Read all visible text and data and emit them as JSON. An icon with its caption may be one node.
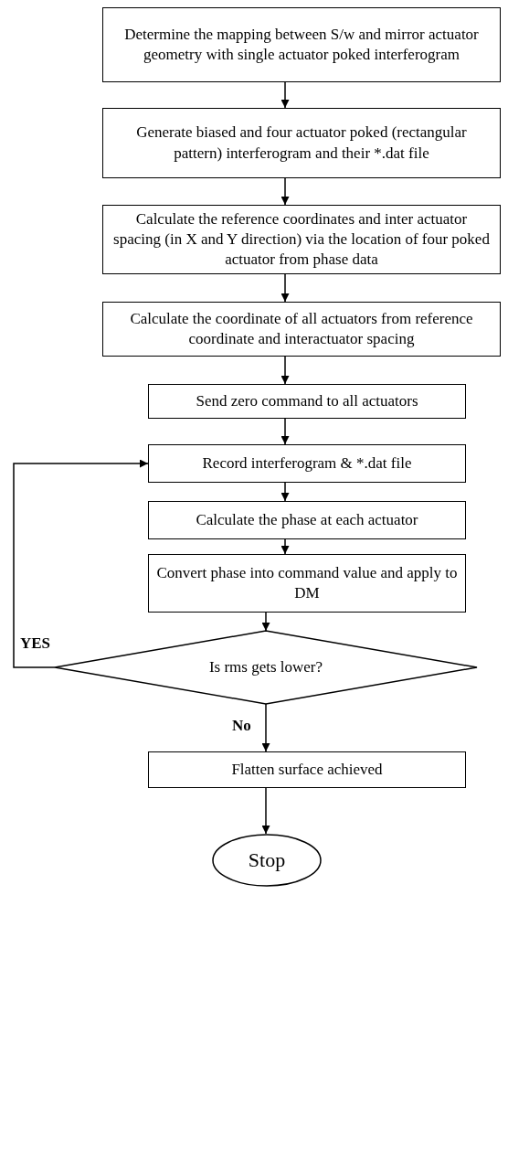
{
  "diagram": {
    "nodes": [
      {
        "text": [
          "Determine the mapping between S/w and mirror actuator geometry with single actuator poked interferogram"
        ]
      },
      {
        "text": [
          "Generate biased and four actuator poked (rectangular pattern) interferogram and their *.dat file"
        ]
      },
      {
        "text": [
          "Calculate the reference coordinates and inter actuator spacing (in X and Y direction) via the location of four poked actuator from phase data"
        ]
      },
      {
        "text": [
          "Calculate the coordinate of all actuators from reference coordinate and interactuator spacing"
        ]
      },
      {
        "text": [
          "Send zero command to all actuators"
        ]
      },
      {
        "text": [
          "Record interferogram & *.dat file"
        ]
      },
      {
        "text": [
          "Calculate the phase at each actuator"
        ]
      },
      {
        "text": [
          "Convert phase into command value and apply to DM"
        ]
      },
      {
        "text": [
          "Is rms gets lower?"
        ]
      },
      {
        "text": [
          "Flatten surface achieved"
        ]
      },
      {
        "text": [
          "Stop"
        ]
      }
    ],
    "edges": [
      {
        "from": 0,
        "to": 1,
        "arrow": "to"
      },
      {
        "from": 1,
        "to": 2,
        "arrow": "to"
      },
      {
        "from": 2,
        "to": 3,
        "arrow": "to"
      },
      {
        "from": 3,
        "to": 4,
        "arrow": "to"
      },
      {
        "from": 4,
        "to": 5,
        "arrow": "to"
      },
      {
        "from": 5,
        "to": 6,
        "arrow": "to"
      },
      {
        "from": 6,
        "to": 7,
        "arrow": "to"
      },
      {
        "from": 7,
        "to": 8,
        "arrow": "to"
      },
      {
        "from": 8,
        "to": 5,
        "arrow": "to",
        "label": "YES"
      },
      {
        "from": 8,
        "to": 9,
        "arrow": "to",
        "label": "No"
      },
      {
        "from": 9,
        "to": 10,
        "arrow": "to"
      }
    ]
  }
}
